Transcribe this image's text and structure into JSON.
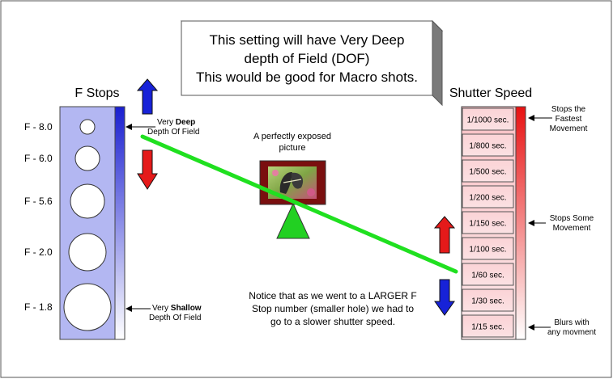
{
  "callout": {
    "line1": "This setting will have Very Deep",
    "line2": "depth of Field (DOF)",
    "line3": "This would be good for Macro shots."
  },
  "fstops": {
    "title": "F Stops",
    "labels": [
      "F - 8.0",
      "F - 6.0",
      "F - 5.6",
      "F - 2.0",
      "F - 1.8"
    ],
    "deep_note": {
      "prefix": "Very ",
      "bold": "Deep",
      "line2": "Depth Of Field"
    },
    "shallow_note": {
      "prefix": "Very ",
      "bold": "Shallow",
      "line2": "Depth Of Field"
    }
  },
  "exposure": {
    "line1": "A perfectly exposed",
    "line2": "picture"
  },
  "notice": {
    "line1": "Notice that as we went to a LARGER F",
    "line2": "Stop number (smaller hole) we had to",
    "line3": "go to a slower shutter speed."
  },
  "shutter": {
    "title": "Shutter Speed",
    "speeds": [
      "1/1000 sec.",
      "1/800 sec.",
      "1/500 sec.",
      "1/200 sec.",
      "1/150 sec.",
      "1/100 sec.",
      "1/60 sec.",
      "1/30 sec.",
      "1/15 sec."
    ],
    "fast_note": [
      "Stops the",
      "Fastest",
      "Movement"
    ],
    "some_note": [
      "Stops Some",
      "Movement"
    ],
    "blur_note": [
      "Blurs with",
      "any movment"
    ]
  },
  "colors": {
    "fstop_panel": "#b3b7f2",
    "shutter_panel": "#fbcfd2",
    "blue_arrow": "#1722d8",
    "red_arrow": "#e51a1a",
    "line": "#20e020",
    "fulcrum": "#22d022",
    "frame": "#7a0f0f"
  },
  "icons": {
    "arrows": [
      "arrow-up-icon",
      "arrow-down-icon"
    ],
    "picture": "butterfly-photo"
  }
}
